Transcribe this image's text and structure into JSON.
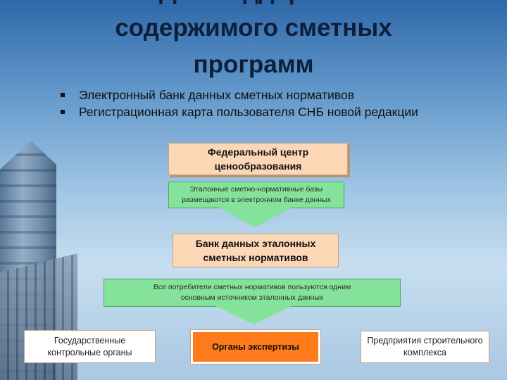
{
  "title": {
    "line1": "Для поддержки",
    "line2": "содержимого сметных",
    "line3": "программ"
  },
  "bullets": [
    "Электронный банк данных сметных нормативов",
    "Регистрационная карта пользователя СНБ новой редакции"
  ],
  "diagram": {
    "federal_center": "Федеральный центр ценообразования",
    "etalon_note": "Эталонные сметно-нормативные базы размещаются в электронном банке данных",
    "data_bank": "Банк данных эталонных сметных нормативов",
    "consumers_note": "Все потребители сметных нормативов пользуются одним основным источником эталонных данных",
    "recipients": [
      "Государственные контрольные органы",
      "Органы экспертизы",
      "Предприятия строительного комплекса"
    ]
  },
  "colors": {
    "peach": "#fbd7b6",
    "green": "#84e29a",
    "orange": "#ff7a1a"
  }
}
